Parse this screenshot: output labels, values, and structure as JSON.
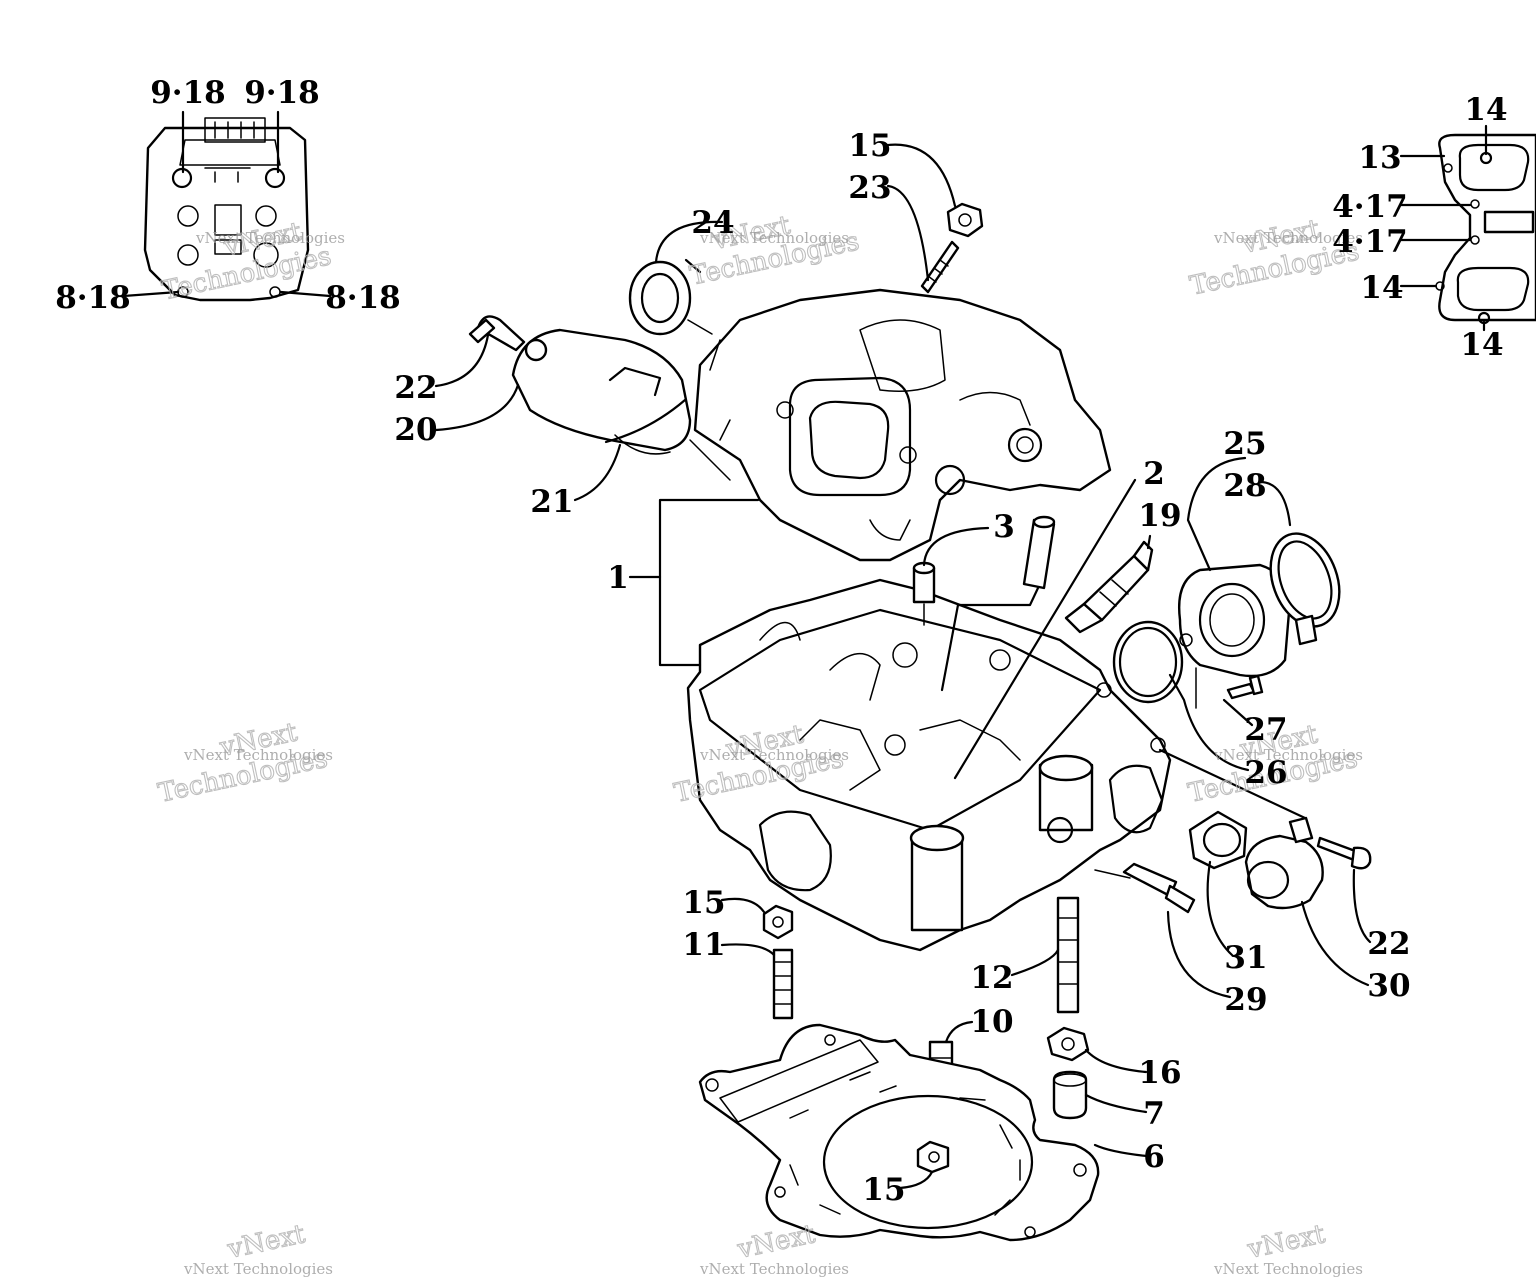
{
  "callouts": {
    "c1": "1",
    "c2": "2",
    "c3": "3",
    "c6": "6",
    "c7": "7",
    "c10": "10",
    "c11": "11",
    "c12": "12",
    "c13": "13",
    "c14a": "14",
    "c14b": "14",
    "c14c": "14",
    "c15a": "15",
    "c15b": "15",
    "c15c": "15",
    "c16": "16",
    "c19": "19",
    "c20": "20",
    "c21": "21",
    "c22a": "22",
    "c22b": "22",
    "c23": "23",
    "c24": "24",
    "c25": "25",
    "c26": "26",
    "c27": "27",
    "c28": "28",
    "c29": "29",
    "c30": "30",
    "c31": "31",
    "c417a": "4·17",
    "c417b": "4·17",
    "c818a": "8·18",
    "c818b": "8·18",
    "c918a": "9·18",
    "c918b": "9·18"
  },
  "watermark": {
    "line1": "vNext Technologies",
    "line2a": "vNext",
    "line2b": "Technologies"
  }
}
